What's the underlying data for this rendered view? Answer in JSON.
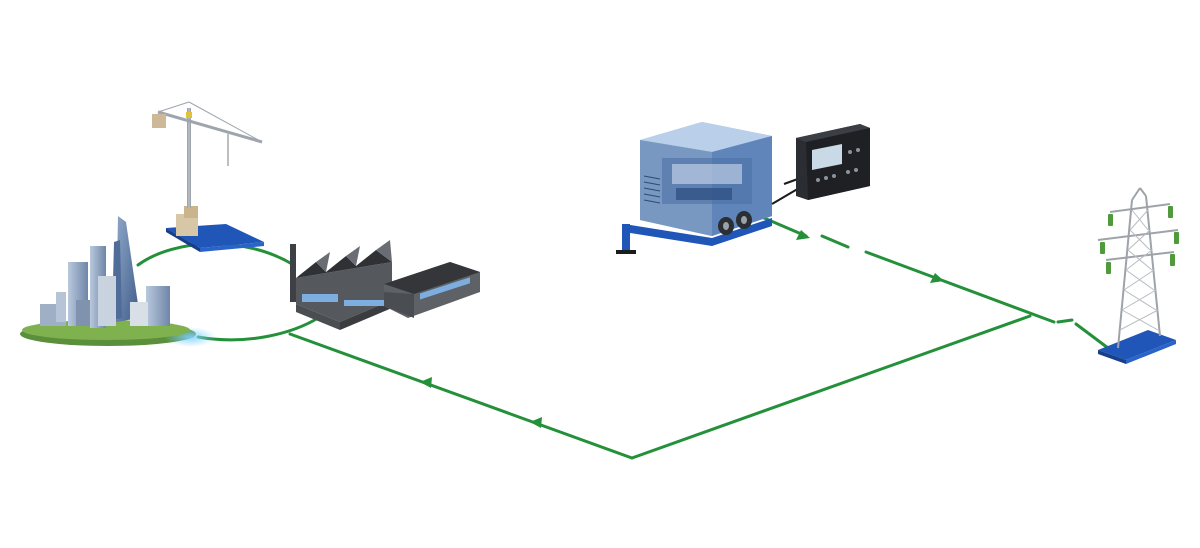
{
  "diagram": {
    "nodes": [
      {
        "id": "city",
        "icon": "city-skyline-icon"
      },
      {
        "id": "construction-site",
        "icon": "tower-crane-icon"
      },
      {
        "id": "factory",
        "icon": "factory-icon"
      },
      {
        "id": "mobile-generator",
        "icon": "generator-trailer-icon"
      },
      {
        "id": "controller",
        "icon": "controller-panel-icon"
      },
      {
        "id": "utility-grid",
        "icon": "transmission-tower-icon"
      }
    ],
    "connections": [
      {
        "from": "mobile-generator",
        "to": "utility-grid",
        "style": "breaker-line",
        "arrows": "toward-grid"
      },
      {
        "from": "utility-grid",
        "to": "factory",
        "style": "line",
        "arrows": "toward-factory"
      },
      {
        "from": "factory",
        "to": "city",
        "style": "loop"
      },
      {
        "from": "controller",
        "to": "mobile-generator",
        "style": "cable"
      }
    ],
    "colors": {
      "line": "#24913a",
      "base_plate": "#1f56b8",
      "generator_housing": "#6f9ad0",
      "factory": "#4a4d52",
      "controller": "#26292e"
    }
  }
}
